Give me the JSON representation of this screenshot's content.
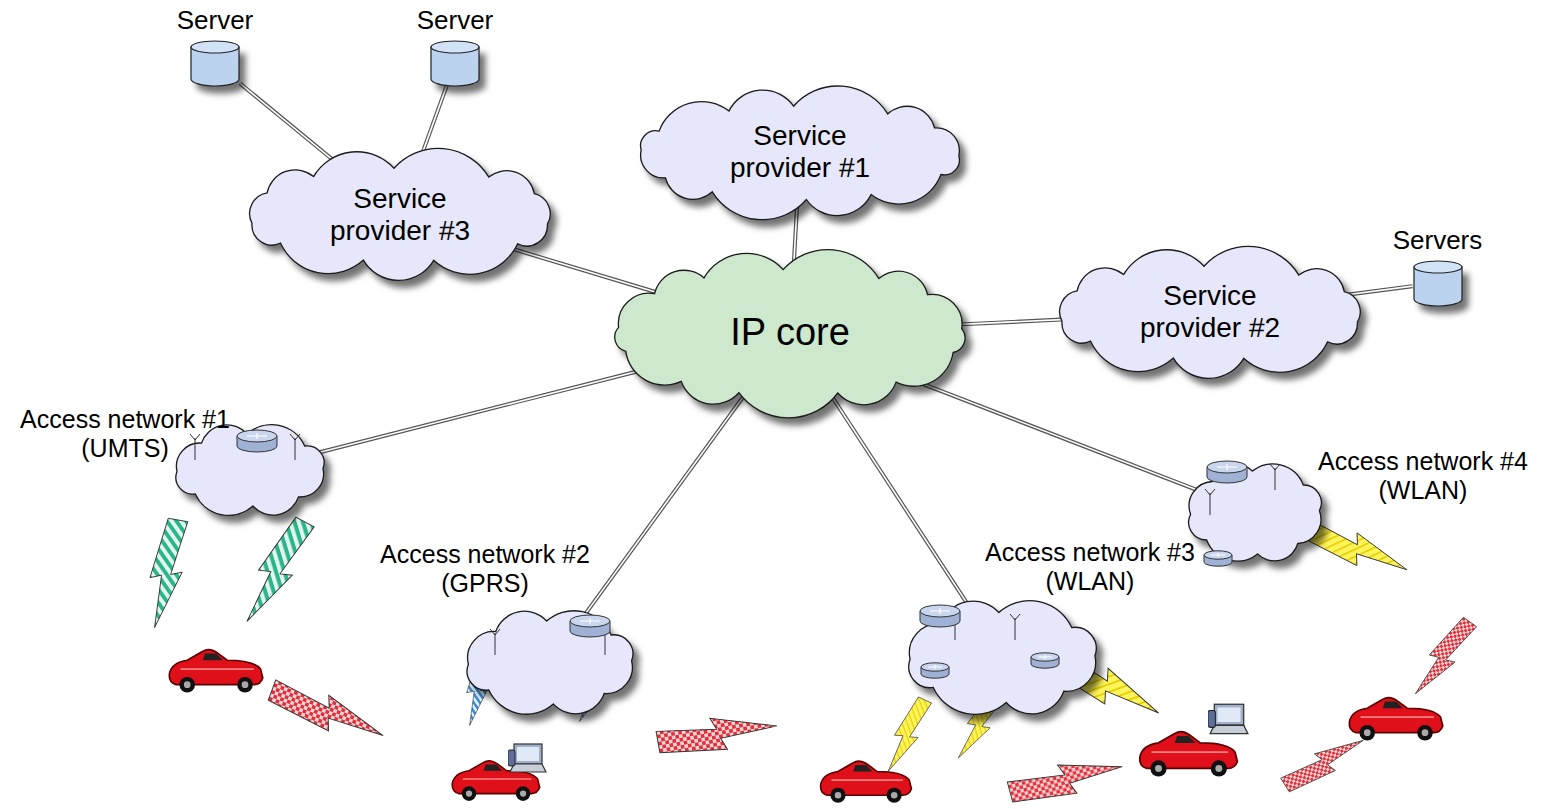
{
  "diagram": {
    "nodes": [
      {
        "text": [
          "Server"
        ]
      },
      {
        "text": [
          "Server"
        ]
      },
      {
        "text": [
          "Service provider #1"
        ]
      },
      {
        "text": [
          "Service provider #3"
        ]
      },
      {
        "text": [
          "Servers"
        ]
      },
      {
        "text": [
          "Service provider #2"
        ]
      },
      {
        "text": [
          "IP core"
        ]
      },
      {
        "text": [
          "Access network #1 (UMTS)"
        ]
      },
      {
        "text": [
          "Access network #2 (GPRS)"
        ]
      },
      {
        "text": [
          "Access network #3 (WLAN)"
        ]
      },
      {
        "text": [
          "Access network #4 (WLAN)"
        ]
      }
    ],
    "edges": [
      {
        "from": 3,
        "to": 0,
        "arrow": "none"
      },
      {
        "from": 3,
        "to": 1,
        "arrow": "none"
      },
      {
        "from": 6,
        "to": 2,
        "arrow": "none"
      },
      {
        "from": 6,
        "to": 3,
        "arrow": "none"
      },
      {
        "from": 5,
        "to": 4,
        "arrow": "none"
      },
      {
        "from": 6,
        "to": 5,
        "arrow": "none"
      },
      {
        "from": 6,
        "to": 7,
        "arrow": "none"
      },
      {
        "from": 6,
        "to": 8,
        "arrow": "none"
      },
      {
        "from": 6,
        "to": 9,
        "arrow": "none"
      },
      {
        "from": 6,
        "to": 10,
        "arrow": "none"
      }
    ]
  }
}
